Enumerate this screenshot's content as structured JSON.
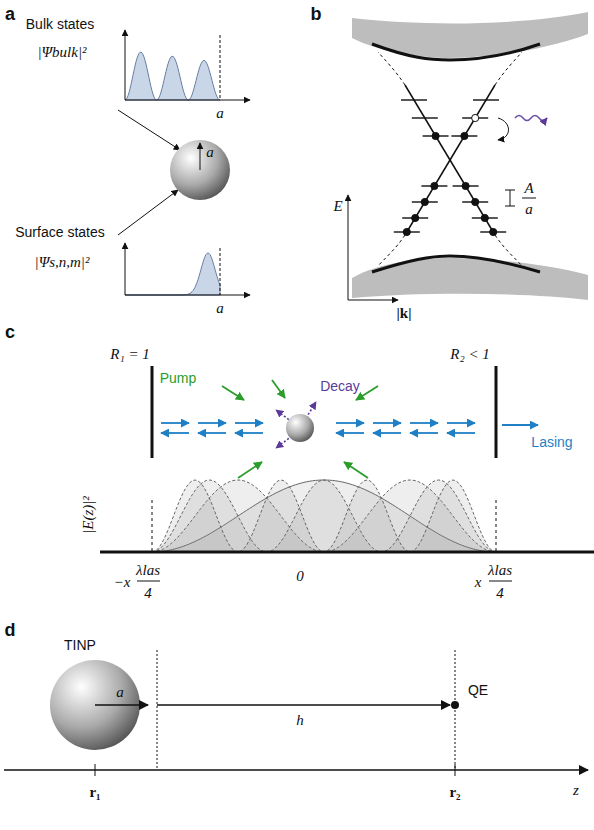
{
  "diagram": {
    "labels": [
      "a",
      "Bulk states",
      "|Ψbulk|²",
      "a",
      "a",
      "Surface states",
      "|Ψs,n,m|²",
      "a",
      "b",
      "A",
      "a",
      "E",
      "|k|",
      "c",
      "R₁ = 1",
      "R₂ < 1",
      "Pump",
      "Decay",
      "Lasing",
      "|E(z)|²",
      "−x",
      "λlas",
      "4",
      "0",
      "x",
      "λlas",
      "4",
      "d",
      "TINP",
      "a",
      "h",
      "QE",
      "r₁",
      "r₂",
      "z"
    ]
  }
}
